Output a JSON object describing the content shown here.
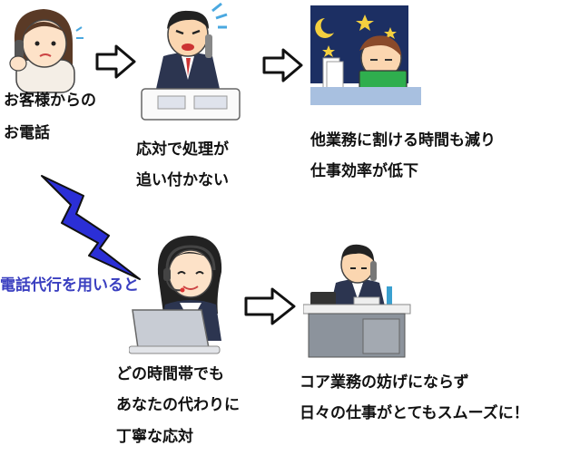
{
  "steps": {
    "customer_call": {
      "line1": "お客様からの",
      "line2": "お電話"
    },
    "overwhelmed": {
      "line1": "応対で処理が",
      "line2": "追い付かない"
    },
    "efficiency_drop": {
      "line1": "他業務に割ける時間も減り",
      "line2": "仕事効率が低下"
    },
    "with_agency": {
      "label": "電話代行を用いると"
    },
    "operator": {
      "line1": "どの時間帯でも",
      "line2": "あなたの代わりに",
      "line3": "丁寧な応対"
    },
    "smooth_work": {
      "line1": "コア業務の妨げにならず",
      "line2": "日々の仕事がとてもスムーズに！"
    }
  },
  "icons": {
    "arrow": "arrow-right-icon",
    "lightning": "lightning-bolt-icon",
    "woman_phone": "woman-on-phone-icon",
    "stressed_man": "stressed-man-on-phone-icon",
    "tired_worker": "tired-worker-at-night-icon",
    "operator": "call-center-operator-icon",
    "calm_worker": "calm-worker-on-phone-icon"
  },
  "colors": {
    "bolt": "#2b2fd6",
    "night": "#1c2f63",
    "accent_text": "#3a3fc0"
  }
}
